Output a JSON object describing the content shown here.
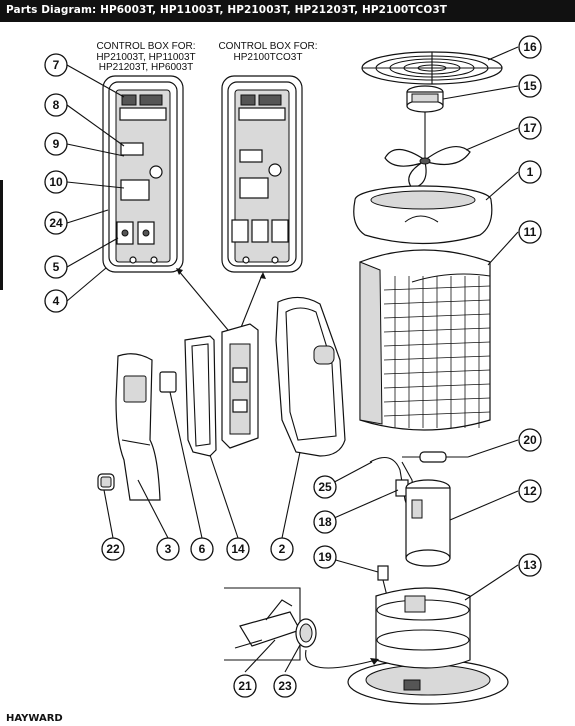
{
  "header": {
    "title": "Parts Diagram: HP6003T, HP11003T, HP21003T, HP21203T, HP2100TCO3T"
  },
  "captions": {
    "box_left": [
      "CONTROL BOX FOR:",
      "HP21003T, HP11003T",
      "HP21203T, HP6003T"
    ],
    "box_right": [
      "CONTROL BOX FOR:",
      "HP2100TCO3T"
    ]
  },
  "callouts": [
    "1",
    "2",
    "3",
    "4",
    "5",
    "6",
    "7",
    "8",
    "9",
    "10",
    "11",
    "12",
    "13",
    "14",
    "15",
    "16",
    "17",
    "18",
    "19",
    "20",
    "21",
    "22",
    "23",
    "24",
    "25"
  ],
  "footer": {
    "brand": "HAYWARD"
  }
}
